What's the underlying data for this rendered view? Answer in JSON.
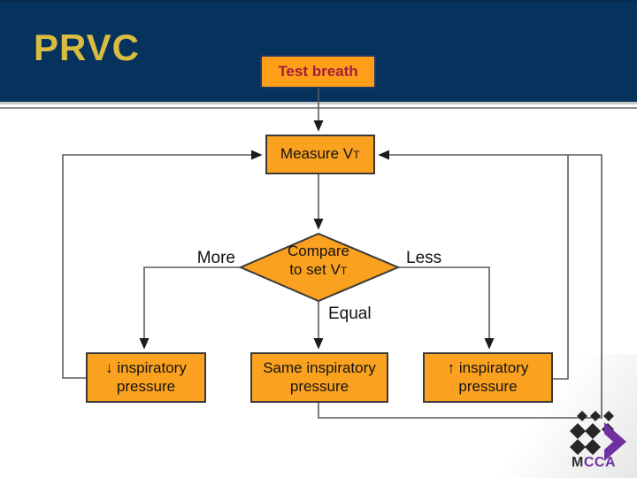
{
  "slide": {
    "title": "PRVC",
    "colors": {
      "band_navy": "#06335e",
      "title_gold": "#d9bc41",
      "box_orange": "#faa11f",
      "start_orange": "#ff9e19",
      "start_text_crimson": "#a41e3c",
      "start_border_navy": "#1f3864",
      "connector_gray": "#5c5c5c",
      "logo_purple": "#7030a0"
    }
  },
  "flowchart": {
    "test_breath": {
      "label": "Test breath"
    },
    "measure": {
      "prefix": "Measure V",
      "sub": "T"
    },
    "compare": {
      "line1": "Compare",
      "line2_prefix": "to set V",
      "sub": "T"
    },
    "branch_labels": {
      "more": "More",
      "less": "Less",
      "equal": "Equal"
    },
    "outcomes": {
      "decrease": {
        "line1": "↓ inspiratory",
        "line2": "pressure"
      },
      "same": {
        "line1": "Same inspiratory",
        "line2": "pressure"
      },
      "increase": {
        "line1": "↑ inspiratory",
        "line2": "pressure"
      }
    }
  },
  "logo": {
    "m": "M",
    "cca": "CCA"
  }
}
